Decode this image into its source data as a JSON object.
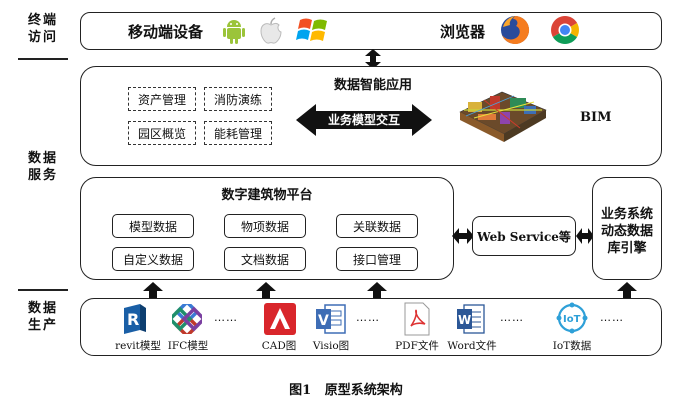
{
  "side_labels": {
    "terminal_line1": "终端",
    "terminal_line2": "访问",
    "data_service_line1": "数据",
    "data_service_line2": "服务",
    "data_production_line1": "数据",
    "data_production_line2": "生产"
  },
  "terminal": {
    "mobile_label": "移动端设备",
    "browser_label": "浏览器"
  },
  "smart_app": {
    "title": "数据智能应用",
    "modules": [
      "资产管理",
      "消防演练",
      "园区概览",
      "能耗管理"
    ],
    "exchange_label": "业务模型交互",
    "bim_label": "BIM"
  },
  "platform": {
    "title": "数字建筑物平台",
    "cells": [
      "模型数据",
      "物项数据",
      "关联数据",
      "自定义数据",
      "文档数据",
      "接口管理"
    ]
  },
  "web_service": {
    "label": "Web Service等"
  },
  "engine": {
    "line1": "业务系统",
    "line2": "动态数据",
    "line3": "库引擎"
  },
  "sources": {
    "items": [
      "revit模型",
      "IFC模型",
      "CAD图",
      "Visio图",
      "PDF文件",
      "Word文件",
      "IoT数据"
    ],
    "ellipsis": "……"
  },
  "caption": {
    "figure_no": "图1",
    "text": "原型系统架构"
  },
  "colors": {
    "android_green": "#9bc43a",
    "autocad_red": "#d9262b",
    "visio_blue": "#3e6db5",
    "word_blue": "#2b5797",
    "iot_blue": "#2ea0d8",
    "pdf_red": "#d33"
  }
}
